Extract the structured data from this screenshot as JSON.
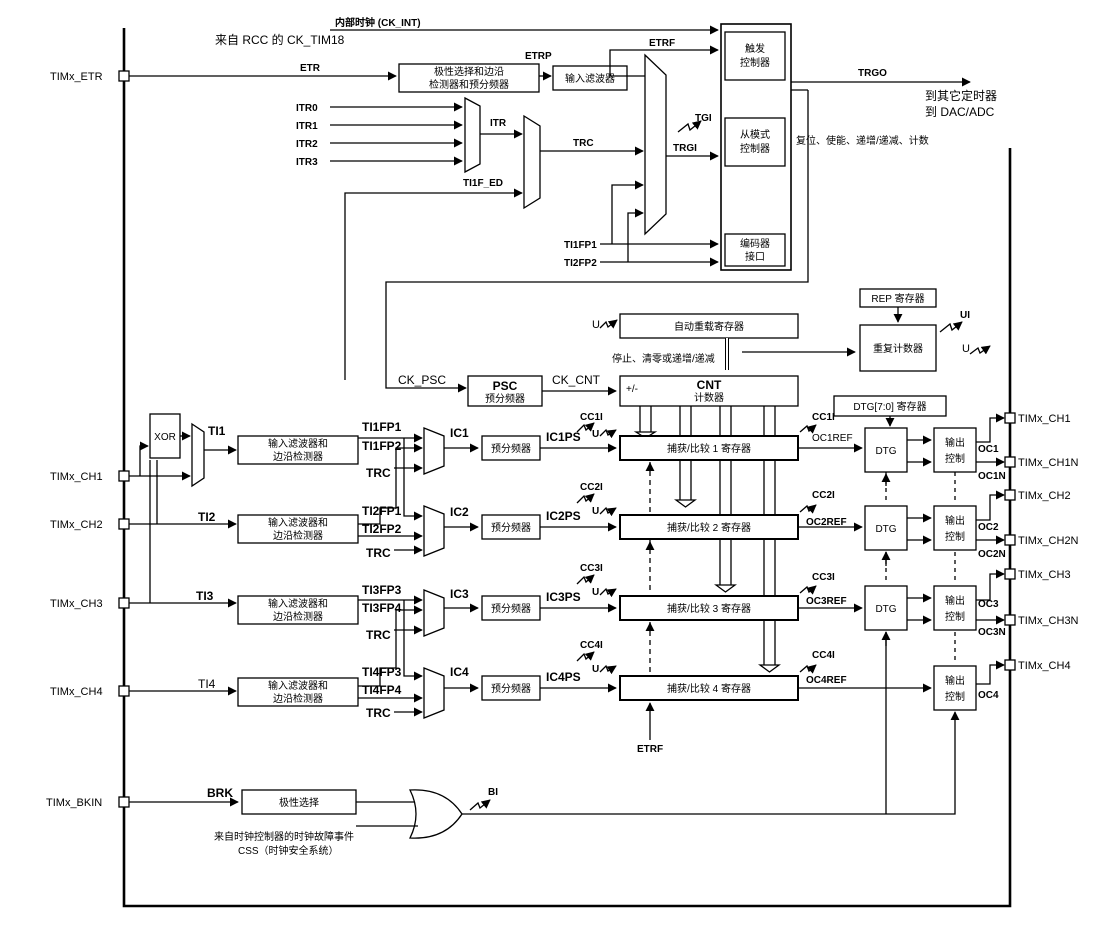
{
  "signals": {
    "ck_int": "内部时钟 (CK_INT)",
    "ck_int_src": "来自 RCC 的 CK_TIM18",
    "etr": "ETR",
    "etrp": "ETRP",
    "etrf": "ETRF",
    "trgo": "TRGO",
    "itr0": "ITR0",
    "itr1": "ITR1",
    "itr2": "ITR2",
    "itr3": "ITR3",
    "itr": "ITR",
    "trc": "TRC",
    "ti1f_ed": "TI1F_ED",
    "tgi": "TGI",
    "trgi": "TRGI",
    "ti1fp1": "TI1FP1",
    "ti2fp2": "TI2FP2",
    "ck_psc": "CK_PSC",
    "ck_cnt": "CK_CNT",
    "u": "U",
    "ui": "UI",
    "plusminus": "+/-",
    "ti1": "TI1",
    "ti2": "TI2",
    "ti3": "TI3",
    "ti4": "TI4",
    "ti1fp1_b": "TI1FP1",
    "ti1fp2": "TI1FP2",
    "ti2fp1": "TI2FP1",
    "ti2fp2_b": "TI2FP2",
    "ti3fp3": "TI3FP3",
    "ti3fp4": "TI3FP4",
    "ti4fp3": "TI4FP3",
    "ti4fp4": "TI4FP4",
    "trc_b": "TRC",
    "ic1": "IC1",
    "ic2": "IC2",
    "ic3": "IC3",
    "ic4": "IC4",
    "ic1ps": "IC1PS",
    "ic2ps": "IC2PS",
    "ic3ps": "IC3PS",
    "ic4ps": "IC4PS",
    "cc1i": "CC1I",
    "cc2i": "CC2I",
    "cc3i": "CC3I",
    "cc4i": "CC4I",
    "oc1ref": "OC1REF",
    "oc2ref": "OC2REF",
    "oc3ref": "OC3REF",
    "oc4ref": "OC4REF",
    "oc1": "OC1",
    "oc1n": "OC1N",
    "oc2": "OC2",
    "oc2n": "OC2N",
    "oc3": "OC3",
    "oc3n": "OC3N",
    "oc4": "OC4",
    "brk": "BRK",
    "bi": "BI",
    "xor": "XOR"
  },
  "pins": {
    "etr": "TIMx_ETR",
    "ch1": "TIMx_CH1",
    "ch2": "TIMx_CH2",
    "ch3": "TIMx_CH3",
    "ch4": "TIMx_CH4",
    "bkin": "TIMx_BKIN",
    "out_ch1": "TIMx_CH1",
    "out_ch1n": "TIMx_CH1N",
    "out_ch2": "TIMx_CH2",
    "out_ch2n": "TIMx_CH2N",
    "out_ch3": "TIMx_CH3",
    "out_ch3n": "TIMx_CH3N",
    "out_ch4": "TIMx_CH4"
  },
  "blocks": {
    "polarity_l1": "极性选择和边沿",
    "polarity_l2": "检测器和预分频器",
    "input_filter": "输入滤波器",
    "trigger_l1": "触发",
    "trigger_l2": "控制器",
    "slave_l1": "从模式",
    "slave_l2": "控制器",
    "encoder_l1": "编码器",
    "encoder_l2": "接口",
    "slave_note": "复位、使能、递增/递减、计数",
    "to_other_l1": "到其它定时器",
    "to_other_l2": "到 DAC/ADC",
    "arr": "自动重载寄存器",
    "stop_note": "停止、清零或递增/递减",
    "rep_reg": "REP 寄存器",
    "rep_counter": "重复计数器",
    "psc": "PSC",
    "psc_sub": "预分频器",
    "cnt": "CNT",
    "cnt_sub": "计数器",
    "dtg_reg": "DTG[7:0] 寄存器",
    "dtg": "DTG",
    "in_filter_l1": "输入滤波器和",
    "in_filter_l2": "边沿检测器",
    "prescaler": "预分频器",
    "cc1": "捕获/比较 1 寄存器",
    "cc2": "捕获/比较 2 寄存器",
    "cc3": "捕获/比较 3 寄存器",
    "cc4": "捕获/比较 4 寄存器",
    "out_l1": "输出",
    "out_l2": "控制",
    "polarity": "极性选择",
    "fault_l1": "来自时钟控制器的时钟故障事件",
    "fault_l2": "CSS（时钟安全系统）"
  }
}
